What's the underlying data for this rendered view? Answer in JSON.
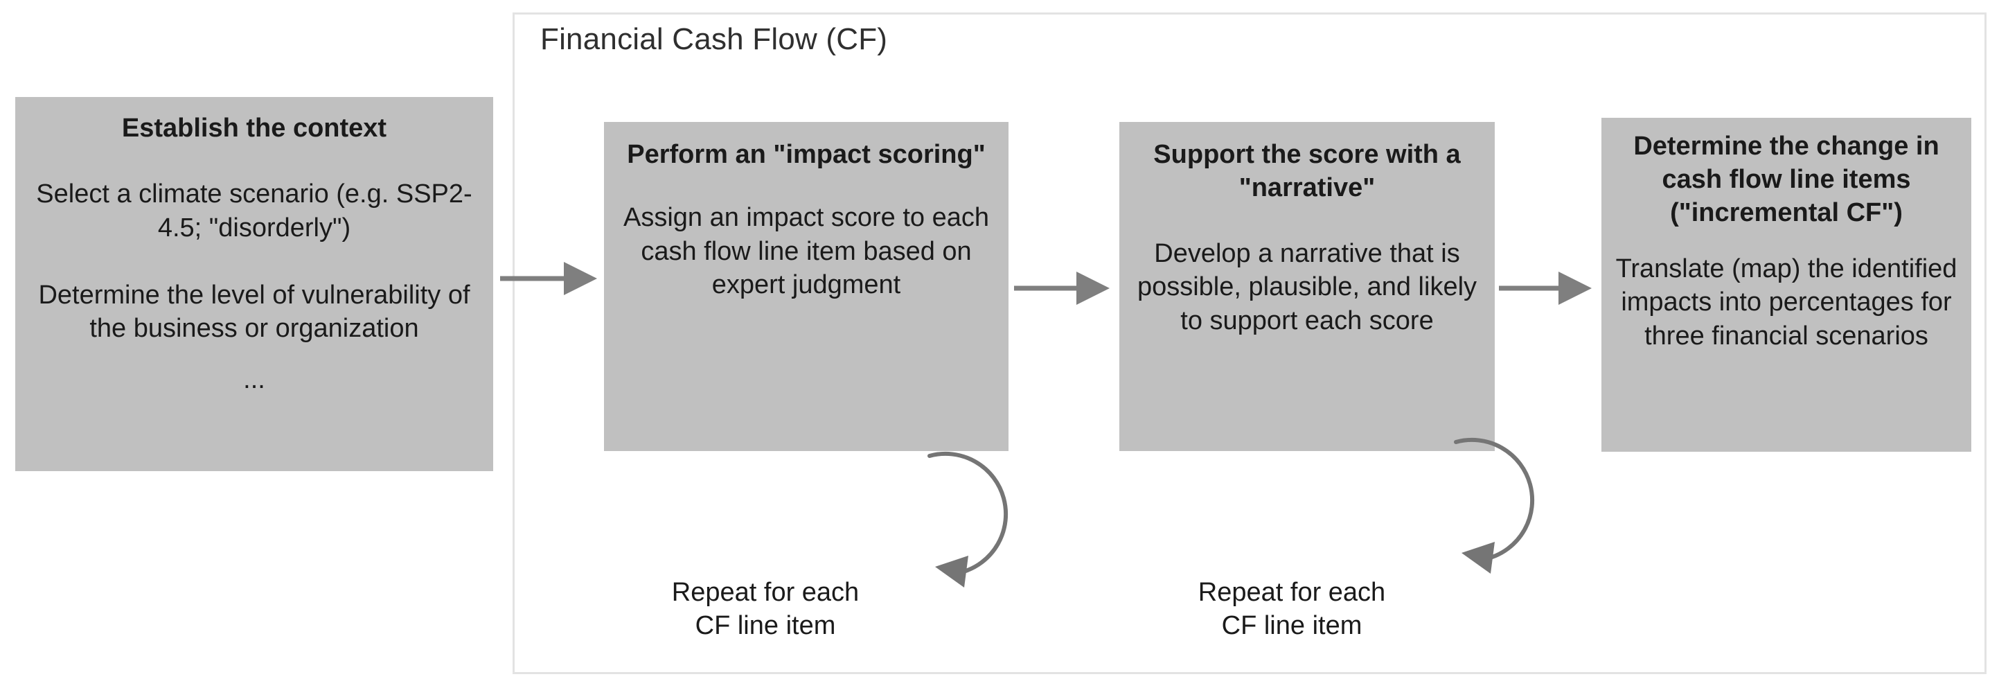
{
  "panel": {
    "title": "Financial Cash Flow (CF)"
  },
  "boxes": [
    {
      "id": "context",
      "heading": "Establish the context",
      "body": "Select a climate scenario (e.g. SSP2-4.5; \"disorderly\")\n\nDetermine the level of vulnerability of the business or organization",
      "trailing": "..."
    },
    {
      "id": "impact-scoring",
      "heading": "Perform an \"impact scoring\"",
      "body": "Assign an impact score to each cash flow line item based on expert judgment"
    },
    {
      "id": "narrative",
      "heading": "Support the score with a \"narrative\"",
      "body": "Develop a narrative that is possible, plausible, and likely to support each score"
    },
    {
      "id": "incremental-cf",
      "heading": "Determine the change in cash flow line items (\"incremental CF\")",
      "body": "Translate (map) the identified impacts into percentages for three financial scenarios"
    }
  ],
  "loops": [
    {
      "label": "Repeat for each\nCF line item"
    },
    {
      "label": "Repeat for each\nCF line item"
    }
  ],
  "colors": {
    "box_fill": "#c0c0c0",
    "panel_border": "#e3e3e3",
    "arrow": "#7f7f7f",
    "text": "#1a1a1a",
    "title_text": "#2f2f2f",
    "background": "#ffffff"
  }
}
